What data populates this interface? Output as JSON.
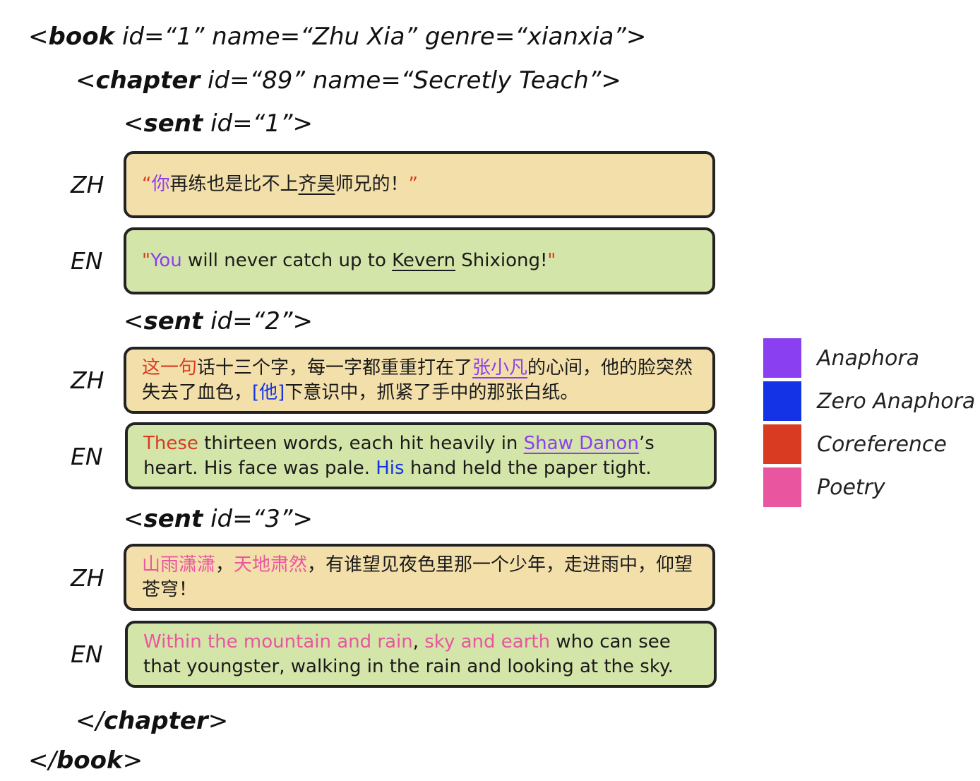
{
  "colors": {
    "anaphora": "#8a3ff0",
    "zero_anaphora": "#1533e6",
    "coreference": "#d93a22",
    "poetry": "#ea55a0",
    "zh_bg": "#f3dfaa",
    "en_bg": "#d4e5a9"
  },
  "book": {
    "open": {
      "lt": "<",
      "name": "book",
      "attrs": " id=“1” name=“Zhu Xia” genre=“xianxia”",
      "gt": ">"
    },
    "close": {
      "lt": "</",
      "name": "book",
      "gt": ">"
    }
  },
  "chapter": {
    "open": {
      "lt": "<",
      "name": "chapter",
      "attrs": " id=“89” name=“Secretly Teach”",
      "gt": ">"
    },
    "close": {
      "lt": "</",
      "name": "chapter",
      "gt": ">"
    }
  },
  "sentences": [
    {
      "tag": {
        "lt": "<",
        "name": "sent",
        "attrs": " id=“1”",
        "gt": ">"
      },
      "zh_label": "ZH",
      "en_label": "EN",
      "zh": [
        {
          "t": "“",
          "c": "coreference"
        },
        {
          "t": "你",
          "c": "anaphora"
        },
        {
          "t": "再练也是比不上"
        },
        {
          "t": "齐昊",
          "u": true
        },
        {
          "t": "师兄的！"
        },
        {
          "t": "”",
          "c": "coreference"
        }
      ],
      "en": [
        {
          "t": "\"",
          "c": "coreference"
        },
        {
          "t": "You",
          "c": "anaphora"
        },
        {
          "t": " will never catch up to "
        },
        {
          "t": "Kevern",
          "u": true
        },
        {
          "t": " Shixiong!"
        },
        {
          "t": "\"",
          "c": "coreference"
        }
      ]
    },
    {
      "tag": {
        "lt": "<",
        "name": "sent",
        "attrs": " id=“2”",
        "gt": ">"
      },
      "zh_label": "ZH",
      "en_label": "EN",
      "zh": [
        {
          "t": "这一句",
          "c": "coreference"
        },
        {
          "t": "话十三个字，每一字都重重打在了"
        },
        {
          "t": "张小凡",
          "c": "anaphora",
          "u": true
        },
        {
          "t": "的心间，他的脸突然失去了血色，"
        },
        {
          "t": "[他]",
          "c": "zero_anaphora"
        },
        {
          "t": "下意识中，抓紧了手中的那张白纸。"
        }
      ],
      "en": [
        {
          "t": "These",
          "c": "coreference"
        },
        {
          "t": " thirteen words, each hit heavily in "
        },
        {
          "t": "Shaw Danon",
          "c": "anaphora",
          "u": true
        },
        {
          "t": "’s heart. His face was pale. "
        },
        {
          "t": "His",
          "c": "zero_anaphora"
        },
        {
          "t": " hand held the paper tight."
        }
      ]
    },
    {
      "tag": {
        "lt": "<",
        "name": "sent",
        "attrs": " id=“3”",
        "gt": ">"
      },
      "zh_label": "ZH",
      "en_label": "EN",
      "zh": [
        {
          "t": "山雨潇潇",
          "c": "poetry"
        },
        {
          "t": "，"
        },
        {
          "t": "天地肃然",
          "c": "poetry"
        },
        {
          "t": "，有谁望见夜色里那一个少年，走进雨中，仰望苍穹！"
        }
      ],
      "en": [
        {
          "t": "Within the mountain and rain",
          "c": "poetry"
        },
        {
          "t": ", "
        },
        {
          "t": "sky and earth",
          "c": "poetry"
        },
        {
          "t": " who can see that youngster, walking in the rain and looking at the sky."
        }
      ]
    }
  ],
  "legend": [
    {
      "label": "Anaphora",
      "c": "anaphora"
    },
    {
      "label": "Zero Anaphora",
      "c": "zero_anaphora"
    },
    {
      "label": "Coreference",
      "c": "coreference"
    },
    {
      "label": "Poetry",
      "c": "poetry"
    }
  ]
}
